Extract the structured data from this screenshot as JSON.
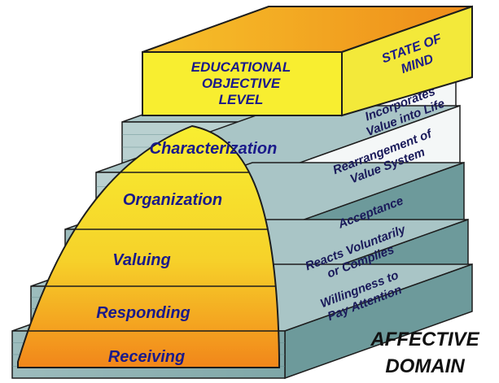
{
  "header": {
    "objective_lines": [
      "EDUCATIONAL",
      "OBJECTIVE",
      "LEVEL"
    ],
    "state_lines": [
      "STATE OF",
      "MIND"
    ]
  },
  "levels": [
    {
      "name": "Receiving",
      "state_lines": [
        "Willingness to",
        "Pay Attention"
      ]
    },
    {
      "name": "Responding",
      "state_lines": [
        "Reacts Voluntarily",
        "or Complies"
      ]
    },
    {
      "name": "Valuing",
      "state_lines": [
        "Acceptance"
      ]
    },
    {
      "name": "Organization",
      "state_lines": [
        "Rearrangement of",
        "Value System"
      ]
    },
    {
      "name": "Characterization",
      "state_lines": [
        "Incorporates",
        "Value into Life"
      ]
    }
  ],
  "domain_lines": [
    "AFFECTIVE",
    "DOMAIN"
  ],
  "colors": {
    "header_front": "#f8ee30",
    "header_top": "#f2a41a",
    "header_side": "#f3e93a",
    "step_front": "#8fb3b4",
    "step_front_light": "#b9d0d0",
    "step_side": "#6d9a9b",
    "step_side_light": "#f4f7f7",
    "step_top": "#a9c5c6",
    "arch_top": "#f8ee30",
    "arch_bottom": "#f28c1a",
    "outline": "#1d1d1d"
  }
}
